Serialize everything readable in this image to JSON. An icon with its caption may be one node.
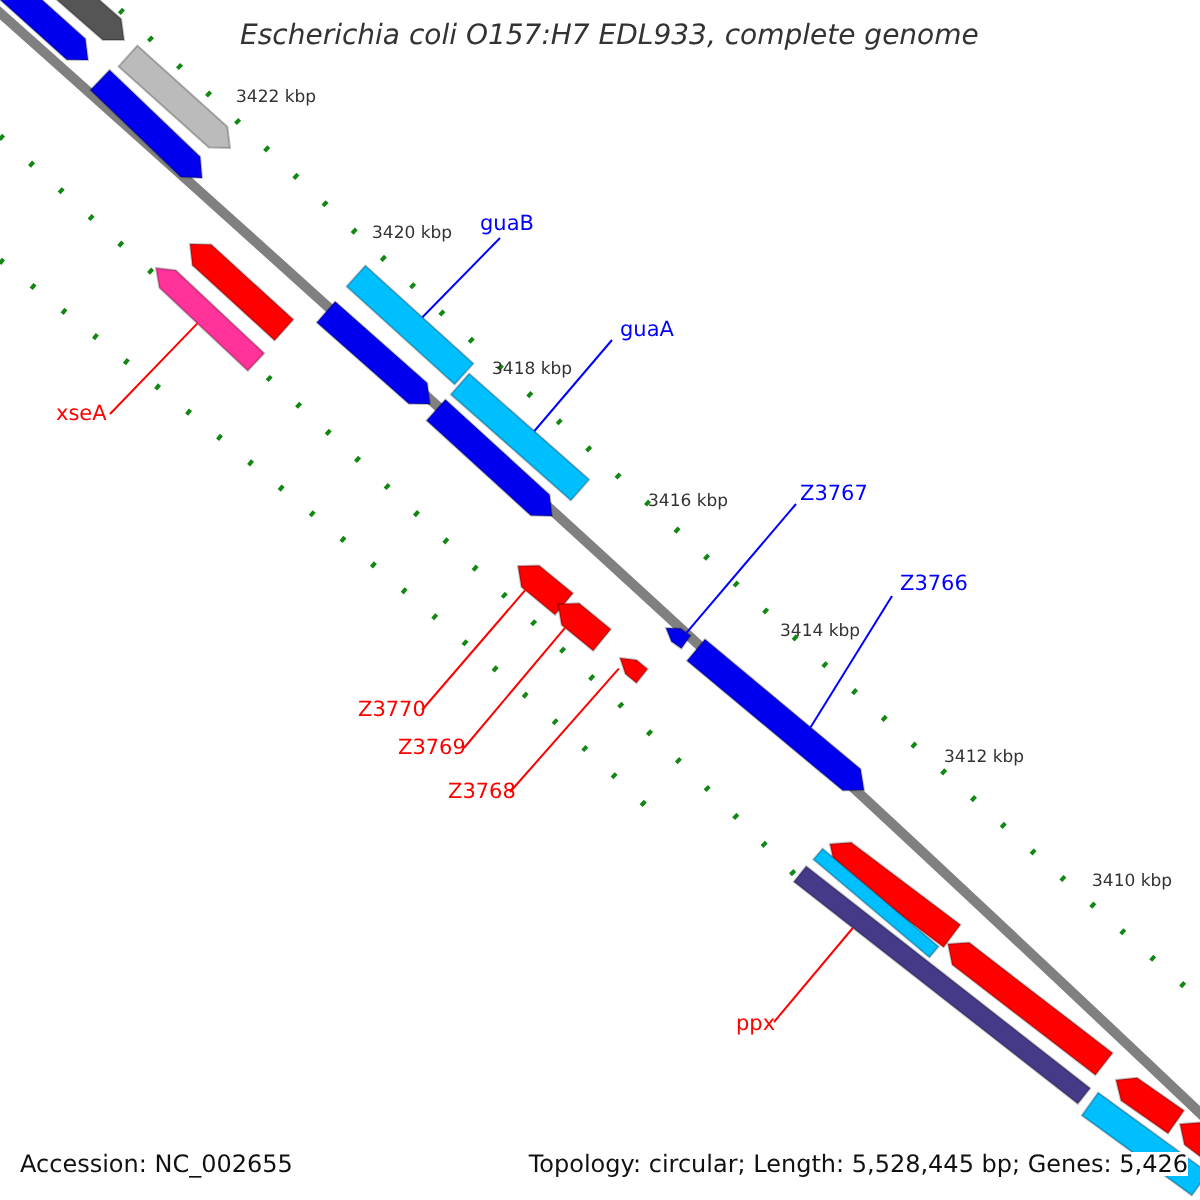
{
  "diagram": {
    "title": "Escherichia coli O157:H7 EDL933, complete genome",
    "nodes": [
      {
        "text": [
          "guaB"
        ]
      },
      {
        "text": [
          "guaA"
        ]
      },
      {
        "text": [
          "Z3767"
        ]
      },
      {
        "text": [
          "Z3766"
        ]
      },
      {
        "text": [
          "xseA"
        ]
      },
      {
        "text": [
          "Z3770"
        ]
      },
      {
        "text": [
          "Z3769"
        ]
      },
      {
        "text": [
          "Z3768"
        ]
      },
      {
        "text": [
          "ppx"
        ]
      },
      {
        "text": [],
        "shape": "bar"
      },
      {
        "text": [],
        "shape": "bar"
      },
      {
        "text": [],
        "shape": "bar"
      },
      {
        "text": [],
        "shape": "bar"
      },
      {
        "text": [],
        "shape": "bar"
      },
      {
        "text": [],
        "shape": "bar"
      },
      {
        "text": [],
        "shape": "bar"
      },
      {
        "text": [],
        "shape": "bar"
      },
      {
        "text": [],
        "shape": "bar"
      },
      {
        "text": [],
        "shape": "bar"
      },
      {
        "text": [],
        "shape": "bar"
      },
      {
        "text": [],
        "shape": "bar"
      },
      {
        "text": [],
        "shape": "bar"
      },
      {
        "text": [],
        "shape": "bar"
      },
      {
        "text": [],
        "shape": "bar"
      },
      {
        "text": [],
        "shape": "bar"
      },
      {
        "text": [],
        "shape": "bar"
      },
      {
        "text": [],
        "shape": "bar"
      },
      {
        "text": [],
        "shape": "bar"
      },
      {
        "text": [],
        "shape": "bar"
      },
      {
        "text": [],
        "shape": "bar"
      },
      {
        "text": [],
        "shape": "bar"
      }
    ],
    "edges": [
      {
        "from": 0,
        "to": 15,
        "arrow": "none",
        "color": "#0000ff"
      },
      {
        "from": 1,
        "to": 17,
        "arrow": "none",
        "color": "#0000ff"
      },
      {
        "from": 2,
        "to": 21,
        "arrow": "none",
        "color": "#0000ff"
      },
      {
        "from": 3,
        "to": 23,
        "arrow": "none",
        "color": "#0000ff"
      },
      {
        "from": 4,
        "to": 14,
        "arrow": "none"
      },
      {
        "from": 5,
        "to": 19,
        "arrow": "none"
      },
      {
        "from": 6,
        "to": 20,
        "arrow": "none"
      },
      {
        "from": 7,
        "to": 22,
        "arrow": "none"
      },
      {
        "from": 8,
        "to": 26,
        "arrow": "none"
      }
    ],
    "labels": [
      "3422 kbp",
      "3420 kbp",
      "3418 kbp",
      "3416 kbp",
      "3414 kbp",
      "3412 kbp",
      "3410 kbp",
      "Accession: NC_002655",
      "Topology: circular; Length: 5,528,445 bp; Genes: 5,426"
    ]
  }
}
